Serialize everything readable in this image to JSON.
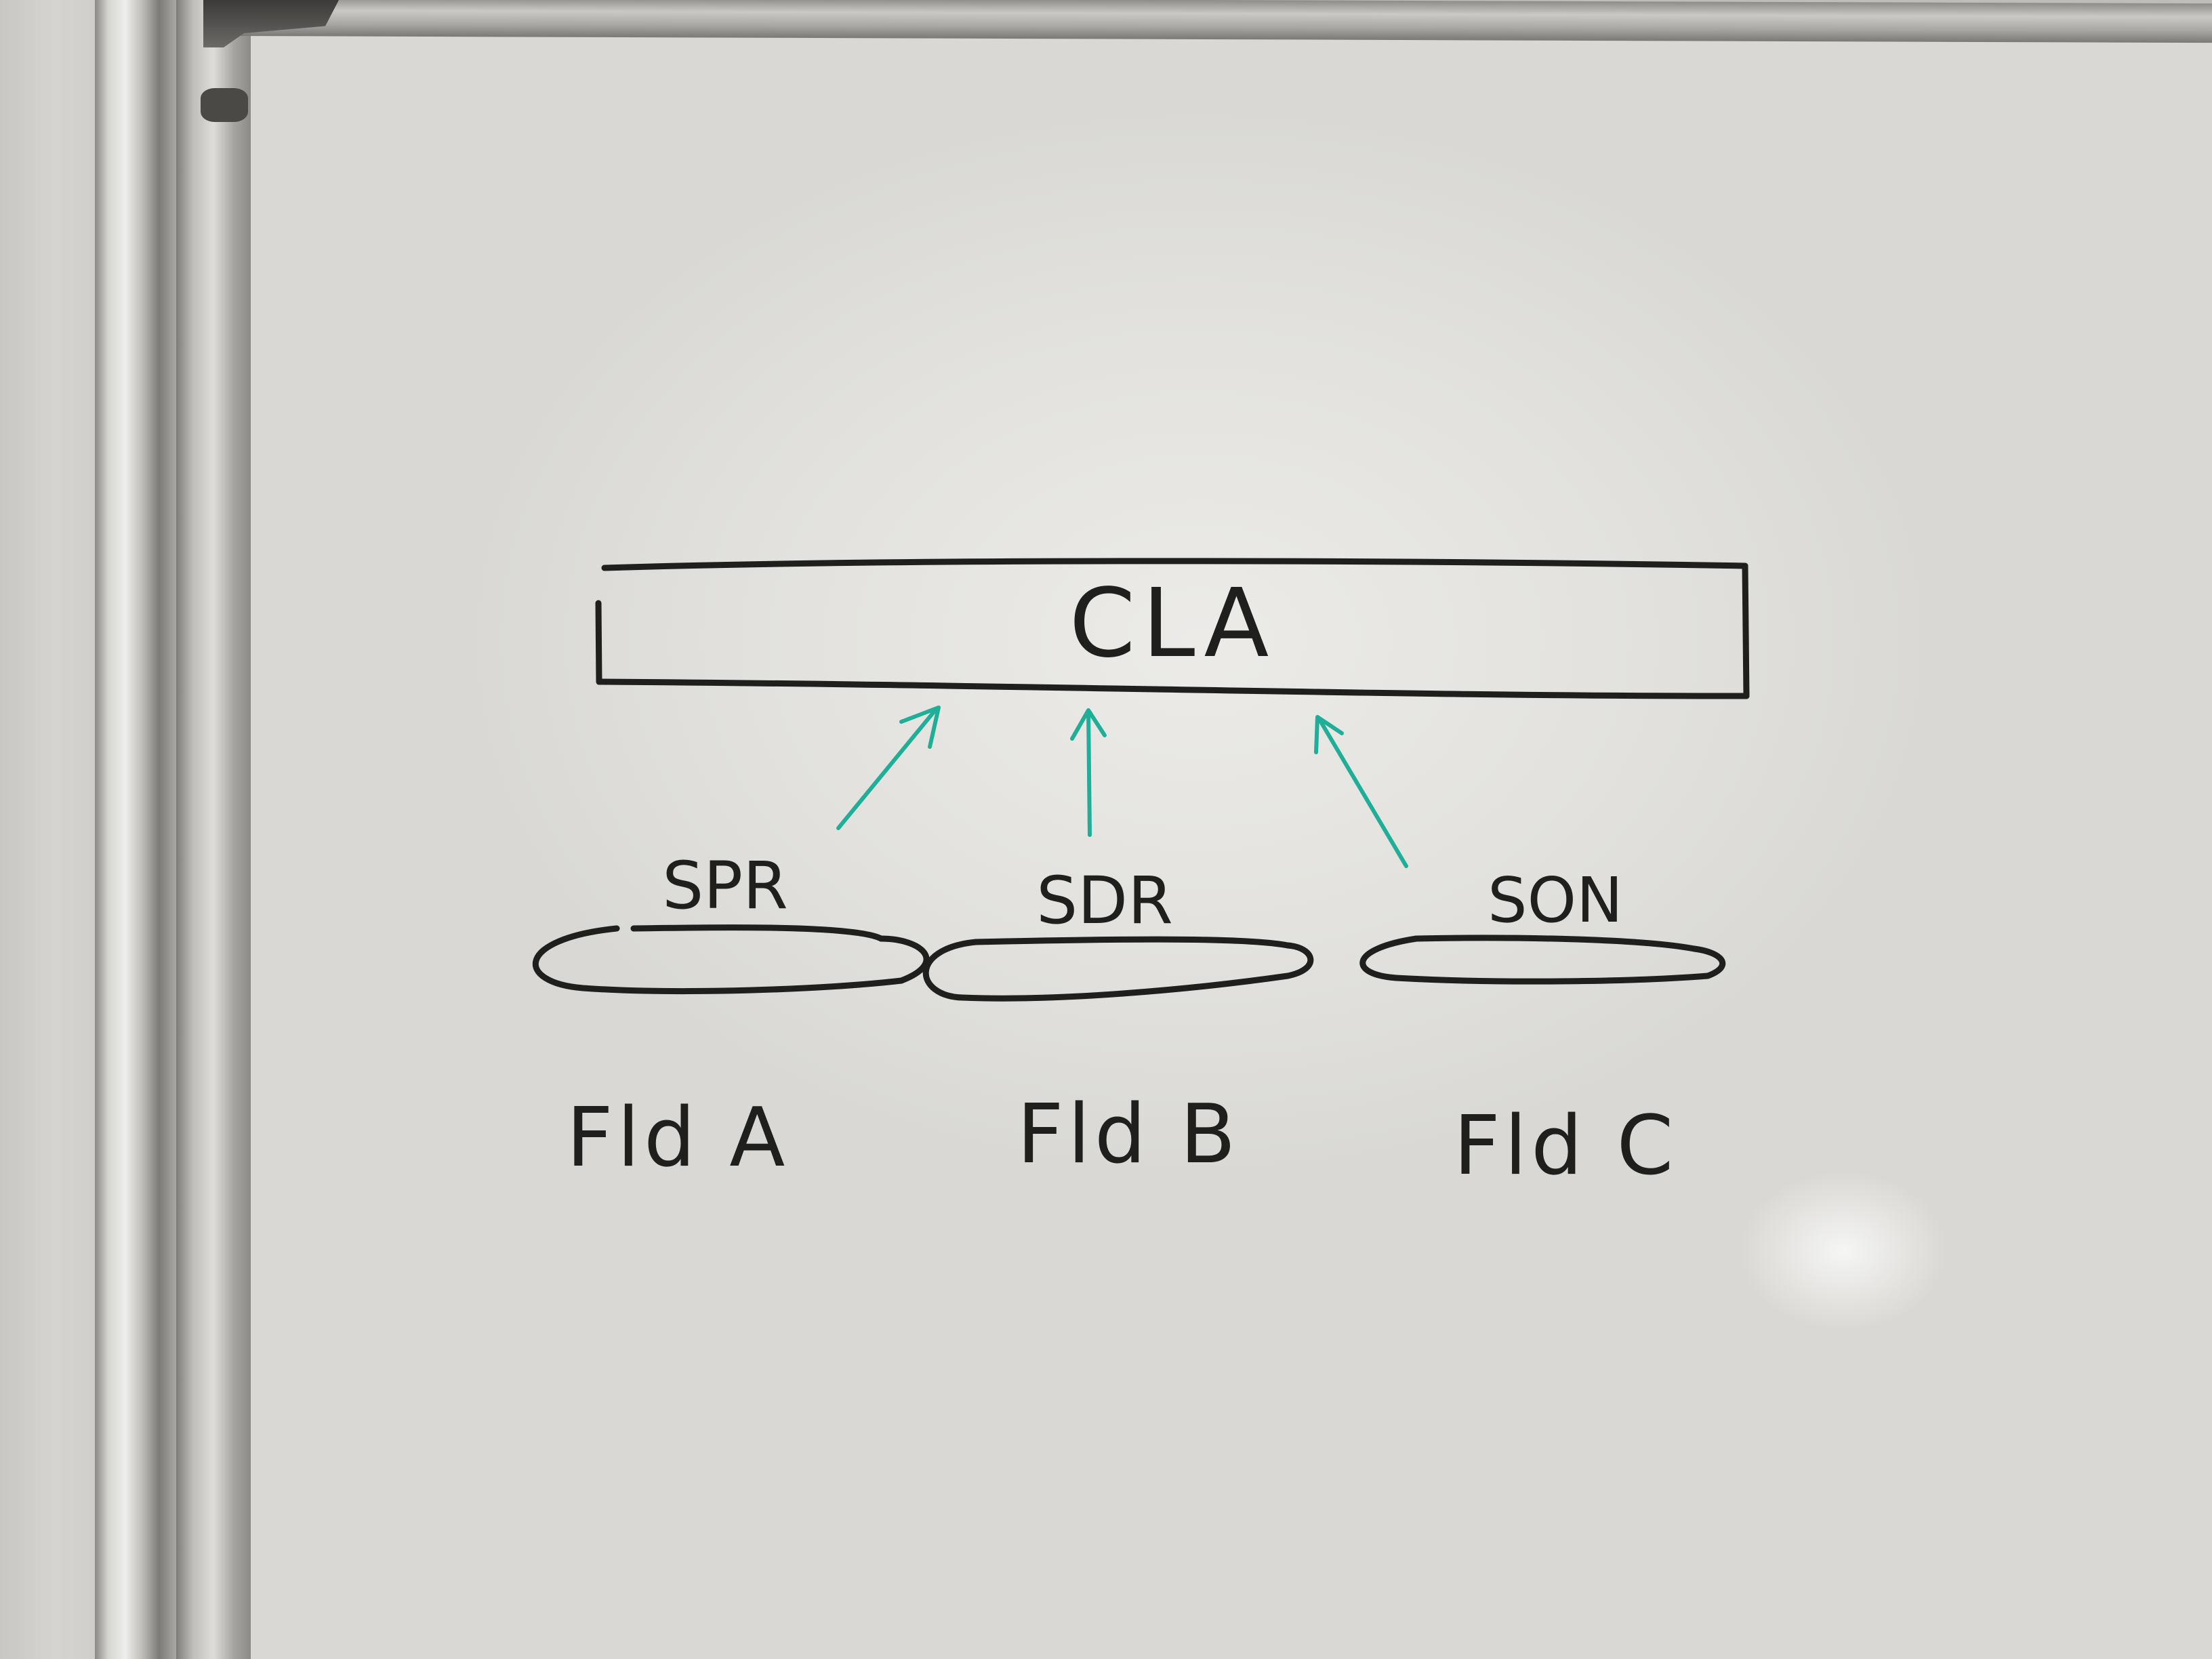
{
  "diagram": {
    "top_box": {
      "label": "CLA"
    },
    "nodes": [
      {
        "id": "a",
        "top_label": "SPR",
        "bottom_label": "Fld A"
      },
      {
        "id": "b",
        "top_label": "SDR",
        "bottom_label": "Fld B"
      },
      {
        "id": "c",
        "top_label": "SON",
        "bottom_label": "Fld C"
      }
    ],
    "edges": [
      {
        "from": "a",
        "to": "top_box"
      },
      {
        "from": "b",
        "to": "top_box"
      },
      {
        "from": "c",
        "to": "top_box"
      }
    ]
  },
  "colors": {
    "marker_black": "#1f1f1d",
    "arrow_teal": "#1fae97"
  }
}
